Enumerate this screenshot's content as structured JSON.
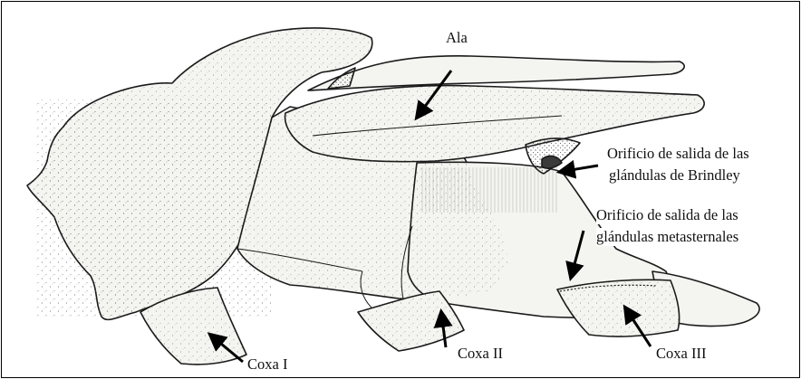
{
  "labels": {
    "ala": "Ala",
    "brindley_line1": "Orificio de salida de las",
    "brindley_line2": "glándulas de Brindley",
    "metasternal_line1": "Orificio de salida de las",
    "metasternal_line2": "glándulas metasternales",
    "coxa_1": "Coxa I",
    "coxa_2": "Coxa II",
    "coxa_3": "Coxa III"
  },
  "colors": {
    "ink": "#1a1a1a",
    "body_fill": "#f4f4f0",
    "frame": "#000000",
    "background": "#ffffff"
  }
}
